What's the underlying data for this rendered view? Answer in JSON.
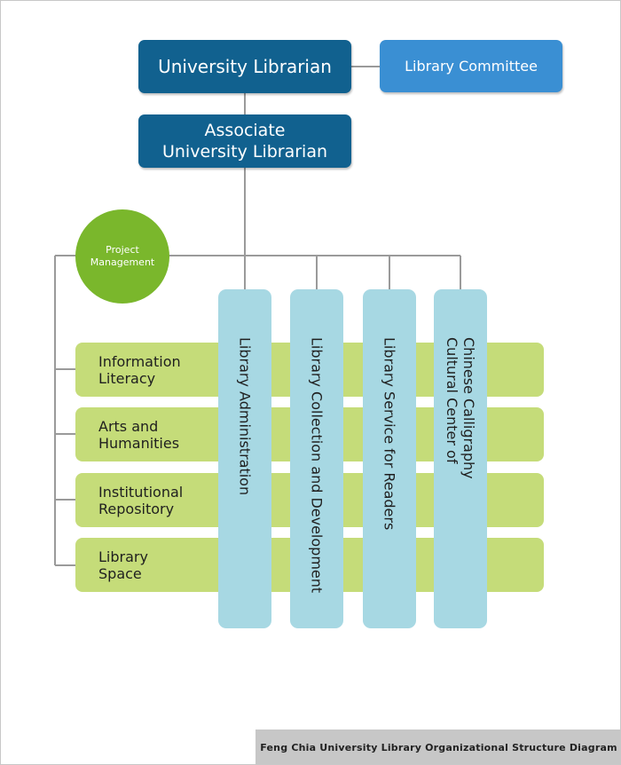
{
  "nodes": {
    "university_librarian": "University Librarian",
    "library_committee": "Library Committee",
    "associate_university_librarian": {
      "line1": "Associate",
      "line2": "University Librarian"
    },
    "project_management": {
      "line1": "Project",
      "line2": "Management"
    }
  },
  "units": [
    {
      "label": "Library Administration"
    },
    {
      "label": "Library Collection and Development"
    },
    {
      "label": "Library Service for Readers"
    },
    {
      "label": "Cultural Center of",
      "label2": "Chinese Calligraphy"
    }
  ],
  "projects": [
    {
      "line1": "Information",
      "line2": "Literacy"
    },
    {
      "line1": "Arts and",
      "line2": "Humanities"
    },
    {
      "line1": "Institutional",
      "line2": "Repository"
    },
    {
      "line1": "Library",
      "line2": "Space"
    }
  ],
  "footer": "Feng Chia University Library Organizational Structure Diagram",
  "colors": {
    "dark_blue": "#11618f",
    "light_blue": "#3a8fd3",
    "green": "#7ab72c",
    "light_green": "#c5dc79",
    "pale_blue": "#a7d8e3",
    "connector": "#9a9a9a"
  }
}
